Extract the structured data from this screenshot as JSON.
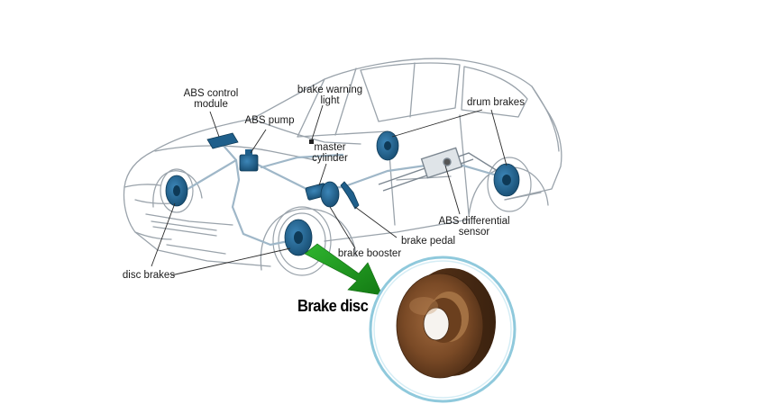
{
  "labels": {
    "abs_control_module_line1": "ABS control",
    "abs_control_module_line2": "module",
    "brake_warning_light_line1": "brake warning",
    "brake_warning_light_line2": "light",
    "abs_pump": "ABS pump",
    "master_cylinder_line1": "master",
    "master_cylinder_line2": "cylinder",
    "drum_brakes": "drum brakes",
    "abs_differential_sensor_line1": "ABS differential",
    "abs_differential_sensor_line2": "sensor",
    "brake_pedal": "brake pedal",
    "brake_booster": "brake booster",
    "disc_brakes": "disc brakes"
  },
  "callout": {
    "title": "Brake disc"
  },
  "colors": {
    "car_outline": "#9aa3ab",
    "brake_part_blue": "#1f5f8b",
    "leader_line": "#2a2a2a",
    "arrow_green": "#1e9e1e",
    "circle_border": "#8fc9dc",
    "disc_brown": "#7a4a26"
  }
}
